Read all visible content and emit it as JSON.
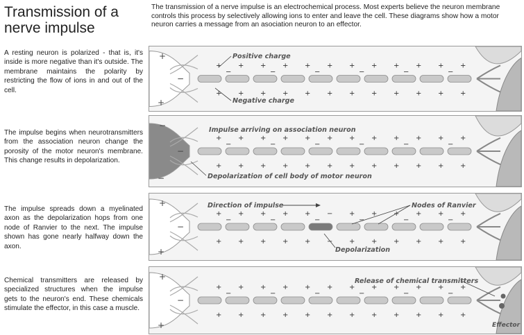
{
  "title": "Transmission of a nerve impulse",
  "intro": "The transmission of a nerve impulse is an electrochemical process. Most experts believe the neuron membrane controls this process by selectively allowing ions to enter and leave the cell. These diagrams show how a motor neuron carries a message from an asociation neuron to an effector.",
  "panels": [
    {
      "caption": "A resting neuron is polarized - that is, it's inside is more negative than it's outside. The membrane maintains the polarity by restricting the flow of ions in and out of the cell.",
      "labels": {
        "top": "Positive charge",
        "bottom": "Negative charge"
      }
    },
    {
      "caption": "The impulse begins when neurotransmitters from the association neuron change the porosity of the motor neuron's membrane. This change results in depolarization.",
      "labels": {
        "top": "Impulse arriving on association neuron",
        "bottom": "Depolarization of cell body of motor neuron"
      }
    },
    {
      "caption": "The impulse spreads down a myelinated axon as the depolarization hops from one node of Ranvier to the next. The impulse shown has gone nearly halfway down the axon.",
      "labels": {
        "top_left": "Direction of impulse",
        "top_right": "Nodes of Ranvier",
        "bottom": "Depolarization"
      }
    },
    {
      "caption": "Chemical transmitters are released by specialized structures when the impulse gets to the neuron's end. These chemicals stimulate the effector, in this case a muscle.",
      "labels": {
        "top": "Release of chemical transmitters",
        "effector": "Effector"
      }
    }
  ],
  "symbols": {
    "plus": "+",
    "minus": "−"
  },
  "colors": {
    "panel_bg": "#f4f4f4",
    "membrane": "#c9c9c9",
    "cell_body": "#8a8a8a",
    "muscle": "#b9b9b9",
    "depolarized": "#7a7a7a"
  }
}
